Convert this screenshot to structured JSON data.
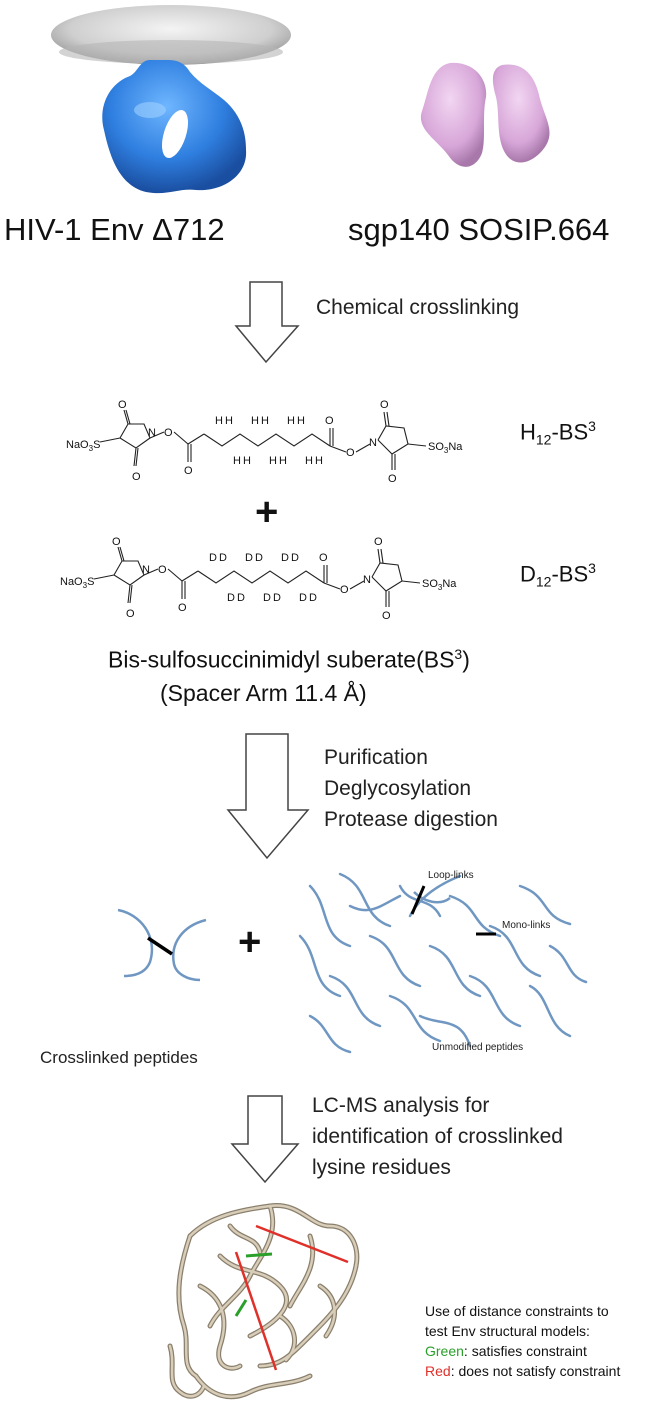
{
  "top": {
    "left_label": "HIV-1 Env Δ712",
    "right_label": "sgp140 SOSIP.664"
  },
  "step1": {
    "text": "Chemical crosslinking"
  },
  "molecule1": {
    "label_main": "H",
    "label_sub": "12",
    "label_tail": "-BS",
    "label_sup": "3",
    "left_group": "NaO",
    "left_group_sub": "3",
    "left_group_tail": "S",
    "right_group": "SO",
    "right_group_sub": "3",
    "right_group_tail": "Na",
    "atom_o": "O",
    "atom_n": "N",
    "h": "H"
  },
  "plus_sign": "+",
  "molecule2": {
    "label_main": "D",
    "label_sub": "12",
    "label_tail": "-BS",
    "label_sup": "3",
    "d": "D"
  },
  "reagent": {
    "name_main": "Bis-sulfosuccinimidyl suberate(BS",
    "name_sup": "3",
    "name_end": ")",
    "spacer": "(Spacer Arm 11.4 Å)"
  },
  "step2": {
    "text": "Purification\nDeglycosylation\nProtease digestion"
  },
  "peptides": {
    "crosslinked_label": "Crosslinked peptides",
    "loop_label": "Loop-links",
    "mono_label": "Mono-links",
    "unmodified_label": "Unmodified peptides"
  },
  "step3": {
    "text": "LC-MS analysis for\nidentification of crosslinked\nlysine residues"
  },
  "legend": {
    "line1": "Use of distance constraints to",
    "line2": "test Env structural models:",
    "green_word": "Green",
    "green_rest": ": satisfies constraint",
    "red_word": "Red",
    "red_rest": ": does not satisfy constraint"
  },
  "colors": {
    "env_blue": "#2f7fe0",
    "disc_grey": "#d8d8d8",
    "sosip_pink": "#d7a6d8",
    "peptide_blue": "#6f97c2",
    "protein_tan": "#c8bca8",
    "satisfies_green": "#2aa02a",
    "violates_red": "#e0302a"
  }
}
